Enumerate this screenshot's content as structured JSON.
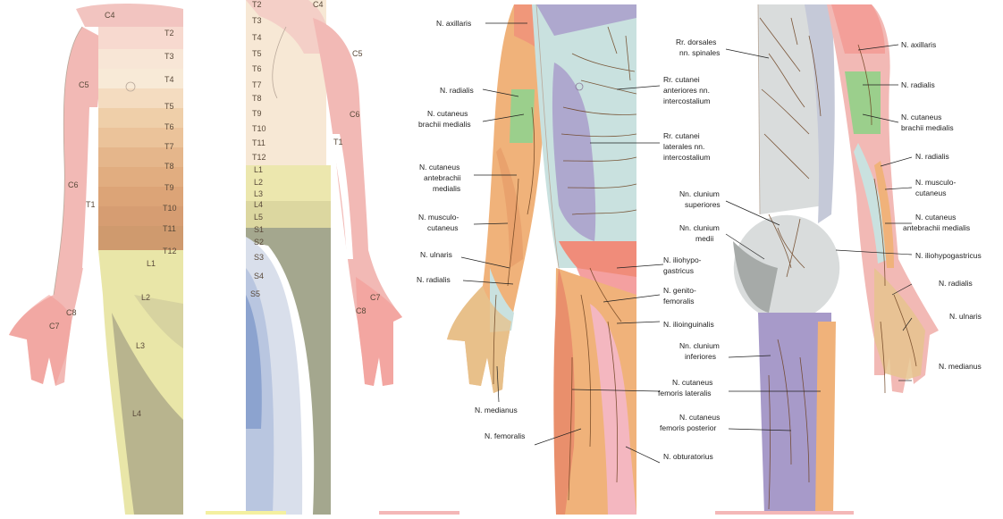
{
  "dermatomes": {
    "anterior": [
      "C4",
      "T2",
      "T3",
      "T4",
      "C5",
      "T5",
      "T6",
      "T7",
      "T8",
      "C6",
      "T9",
      "T1",
      "T10",
      "T11",
      "T12",
      "L1",
      "L2",
      "C8",
      "C7",
      "L3",
      "L4"
    ],
    "posterior": [
      "T2",
      "C4",
      "T3",
      "T4",
      "T5",
      "C5",
      "T6",
      "T7",
      "T8",
      "C6",
      "T9",
      "T10",
      "T11",
      "T1",
      "T12",
      "L1",
      "L2",
      "L3",
      "L4",
      "L5",
      "S1",
      "S2",
      "S3",
      "S4",
      "S5",
      "C7",
      "C8"
    ]
  },
  "nerves": {
    "anterior": [
      "N. axillaris",
      "N. radialis",
      "N. cutaneus",
      "brachii medialis",
      "N. cutaneus",
      "antebrachii",
      "medialis",
      "N. musculo-",
      "cutaneus",
      "N. ulnaris",
      "N. radialis",
      "N. medianus",
      "N. femoralis"
    ],
    "center": [
      "Rr. cutanei",
      "anteriores nn.",
      "intercostalium",
      "Rr. cutanei",
      "laterales nn.",
      "intercostalium",
      "N. iliohypo-",
      "gastricus",
      "N. genito-",
      "femoralis",
      "N. ilioinguinalis",
      "N. cutaneus",
      "femoris lateralis",
      "N. obturatorius"
    ],
    "posterior_left": [
      "Rr. dorsales",
      "nn. spinales",
      "Nn. clunium",
      "superiores",
      "Nn. clunium",
      "medii",
      "Nn. clunium",
      "inferiores",
      "N. cutaneus",
      "femoris posterior"
    ],
    "posterior_right": [
      "N. axillaris",
      "N. radialis",
      "N. cutaneus",
      "brachii medialis",
      "N. radialis",
      "N. musculo-",
      "cutaneus",
      "N. cutaneus",
      "antebrachii medialis",
      "N. iliohypogastricus",
      "N. radialis",
      "N. ulnaris",
      "N. medianus"
    ]
  },
  "colors": {
    "cervical": "#f2b9b5",
    "thoracic_light": "#f6e6cf",
    "thoracic_dark": "#d9a47a",
    "lumbar": "#e9e6a8",
    "lumbar_dark": "#b8b48e",
    "sacral": "#c8d3e8",
    "axillaris": "#a79ac9",
    "radialis": "#c9e1df",
    "cutaneus_brachii": "#9bcf8c",
    "antebrachii": "#f0b27a",
    "femoralis": "#f08c7a",
    "obturatorius": "#f4b7c0",
    "posterior_femoris": "#a79ac9",
    "clunium": "#d9dcdc"
  }
}
